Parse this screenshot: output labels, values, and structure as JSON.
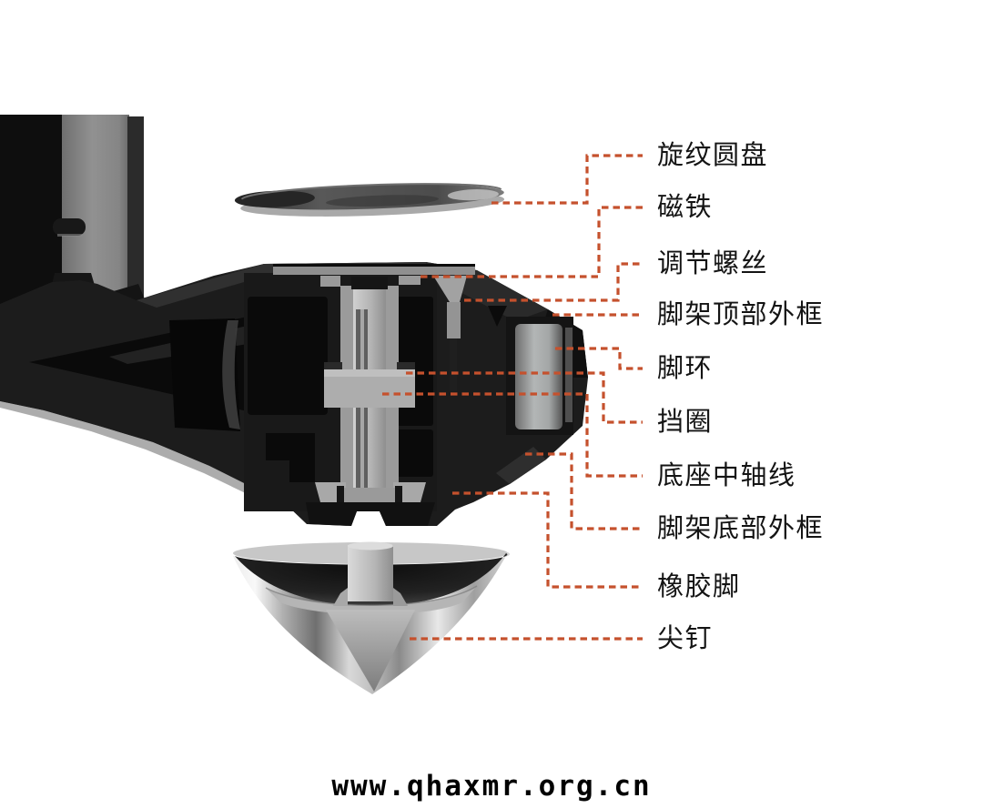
{
  "image": {
    "background_color": "#ffffff",
    "leader_line_color": "#c5512d",
    "label_text_color": "#141414",
    "subject": "speaker stand foot spike assembly cutaway"
  },
  "labels": [
    {
      "id": "spiral-disc",
      "text": "旋纹圆盘"
    },
    {
      "id": "magnet",
      "text": "磁铁"
    },
    {
      "id": "adjusting-screw",
      "text": "调节螺丝"
    },
    {
      "id": "stand-top-outer-frame",
      "text": "脚架顶部外框"
    },
    {
      "id": "foot-ring",
      "text": "脚环"
    },
    {
      "id": "retaining-ring",
      "text": "挡圈"
    },
    {
      "id": "base-central-axis",
      "text": "底座中轴线"
    },
    {
      "id": "stand-bottom-outer-frame",
      "text": "脚架底部外框"
    },
    {
      "id": "rubber-foot",
      "text": "橡胶脚"
    },
    {
      "id": "spike",
      "text": "尖钉"
    }
  ],
  "watermark": {
    "text": "www.qhaxmr.org.cn"
  }
}
